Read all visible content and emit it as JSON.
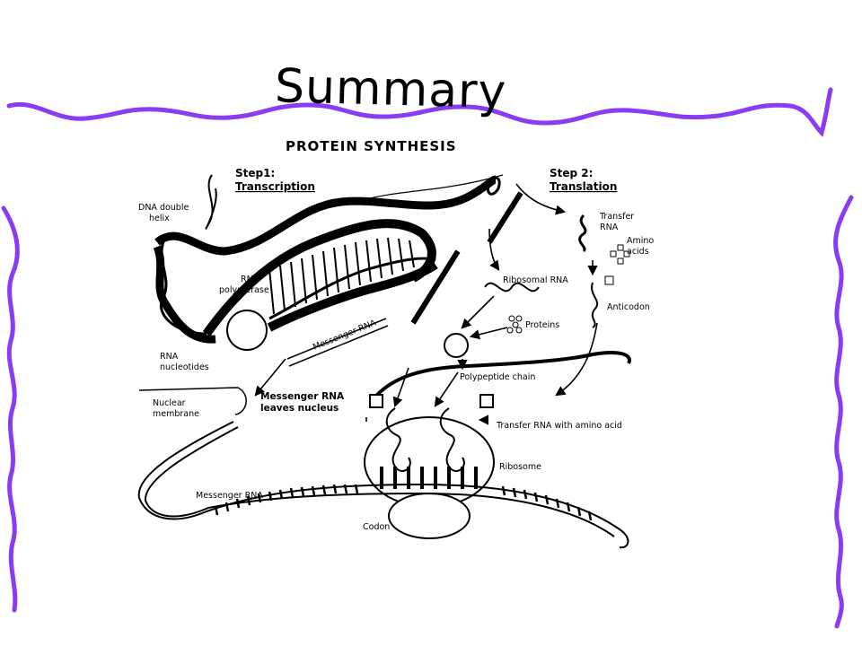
{
  "slide": {
    "title": "Summary"
  },
  "diagram": {
    "heading": "PROTEIN SYNTHESIS",
    "step1_line1": "Step1:",
    "step1_line2": "Transcription",
    "step2_line1": "Step 2:",
    "step2_line2": "Translation",
    "dna_line1": "DNA double",
    "dna_line2": "helix",
    "rnapol_line1": "RNA",
    "rnapol_line2": "polymerase",
    "rnanuc_line1": "RNA",
    "rnanuc_line2": "nucleotides",
    "mrna_strand": "Messenger RNA",
    "ribosomal_rna": "Ribosomal RNA",
    "proteins": "Proteins",
    "trna_line1": "Transfer",
    "trna_line2": "RNA",
    "amino_line1": "Amino",
    "amino_line2": "acids",
    "anticodon": "Anticodon",
    "polypeptide": "Polypeptide chain",
    "mrna_leaves_line1": "Messenger RNA",
    "mrna_leaves_line2": "leaves nucleus",
    "nuclear_line1": "Nuclear",
    "nuclear_line2": "membrane",
    "trna_amino": "Transfer RNA with amino acid",
    "ribosome": "Ribosome",
    "messenger_rna": "Messenger RNA",
    "codon": "Codon"
  },
  "colors": {
    "border": "#8a3cf2",
    "ink": "#000000",
    "background": "#ffffff"
  }
}
